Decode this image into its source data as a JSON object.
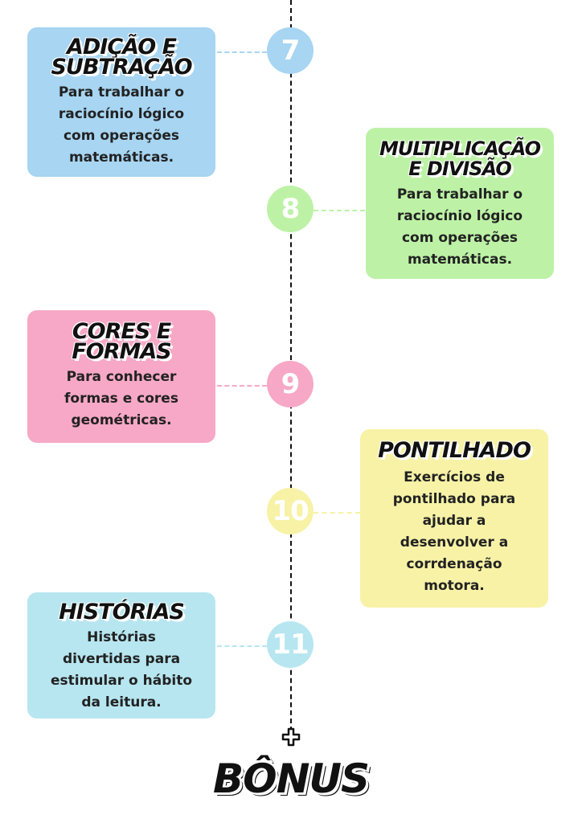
{
  "colors": {
    "blue": "#A7D5F2",
    "green": "#BDF2A6",
    "pink": "#F7A8C6",
    "yellow": "#F7F2A6",
    "cyan": "#B7E6F0",
    "line": "#111111"
  },
  "items": [
    {
      "number": "7",
      "title": "ADIÇÃO E\nSUBTRAÇÃO",
      "description": "Para trabalhar o\nraciocínio lógico\ncom operações\nmatemáticas."
    },
    {
      "number": "8",
      "title": "MULTIPLICAÇÃO\nE DIVISÃO",
      "description": "Para trabalhar o\nraciocínio lógico\ncom operações\nmatemáticas."
    },
    {
      "number": "9",
      "title": "CORES E\nFORMAS",
      "description": "Para conhecer\nformas e cores\ngeométricas."
    },
    {
      "number": "10",
      "title": "PONTILHADO",
      "description": "Exercícios de\npontilhado para\najudar  a\ndesenvolver a\ncorrdenação\nmotora."
    },
    {
      "number": "11",
      "title": "HISTÓRIAS",
      "description": "Histórias\ndivertidas para\nestimular o hábito\nda leitura."
    }
  ],
  "bonus": {
    "icon": "plus-icon",
    "label": "BÔNUS"
  }
}
